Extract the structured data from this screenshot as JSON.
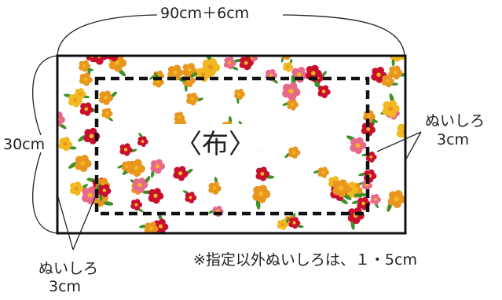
{
  "diagram": {
    "top_dimension": "90cm＋6cm",
    "left_dimension": "30cm",
    "fabric_label": "〈布〉",
    "right_allowance": {
      "line1": "ぬいしろ",
      "line2": "3cm"
    },
    "bottom_allowance": {
      "line1": "ぬいしろ",
      "line2": "3cm"
    },
    "note": "※指定以外ぬいしろは、１・5cm"
  },
  "colors": {
    "outline": "#111111",
    "flower_red": "#c8102e",
    "flower_orange": "#e8961e",
    "flower_pink": "#e86a8a",
    "flower_yellow": "#f2b820",
    "leaf_green": "#3f8f2a",
    "background": "#ffffff"
  }
}
